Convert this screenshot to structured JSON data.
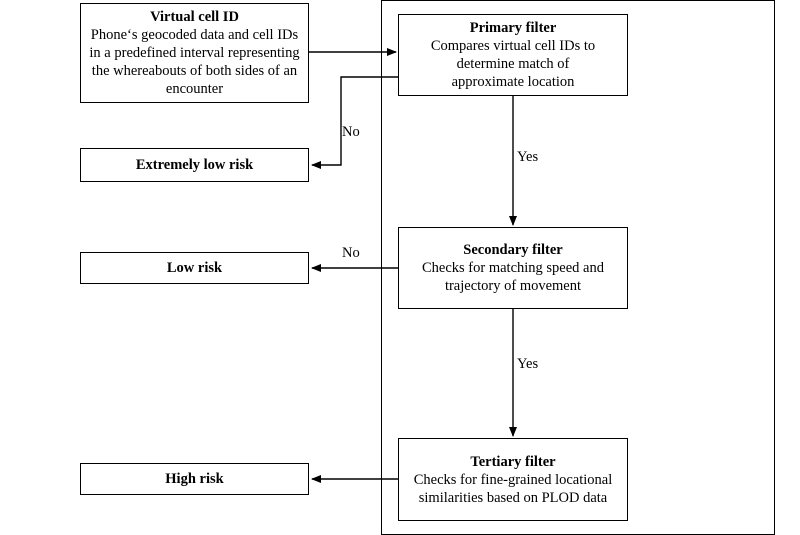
{
  "nodes": {
    "virtual_cell": {
      "title": "Virtual cell ID",
      "body": "Phone‘s geocoded data and cell IDs\nin a predefined interval representing\nthe whereabouts of both sides of an\nencounter"
    },
    "primary": {
      "title": "Primary filter",
      "body": "Compares virtual cell IDs to\ndetermine match of\napproximate location"
    },
    "secondary": {
      "title": "Secondary filter",
      "body": "Checks for matching speed and\ntrajectory of movement"
    },
    "tertiary": {
      "title": "Tertiary filter",
      "body": "Checks for fine-grained locational\nsimilarities based on PLOD data"
    },
    "extremely_low": {
      "label": "Extremely low risk"
    },
    "low": {
      "label": "Low risk"
    },
    "high": {
      "label": "High risk"
    }
  },
  "edges": {
    "primary_no": "No",
    "primary_yes": "Yes",
    "secondary_no": "No",
    "secondary_yes": "Yes"
  }
}
